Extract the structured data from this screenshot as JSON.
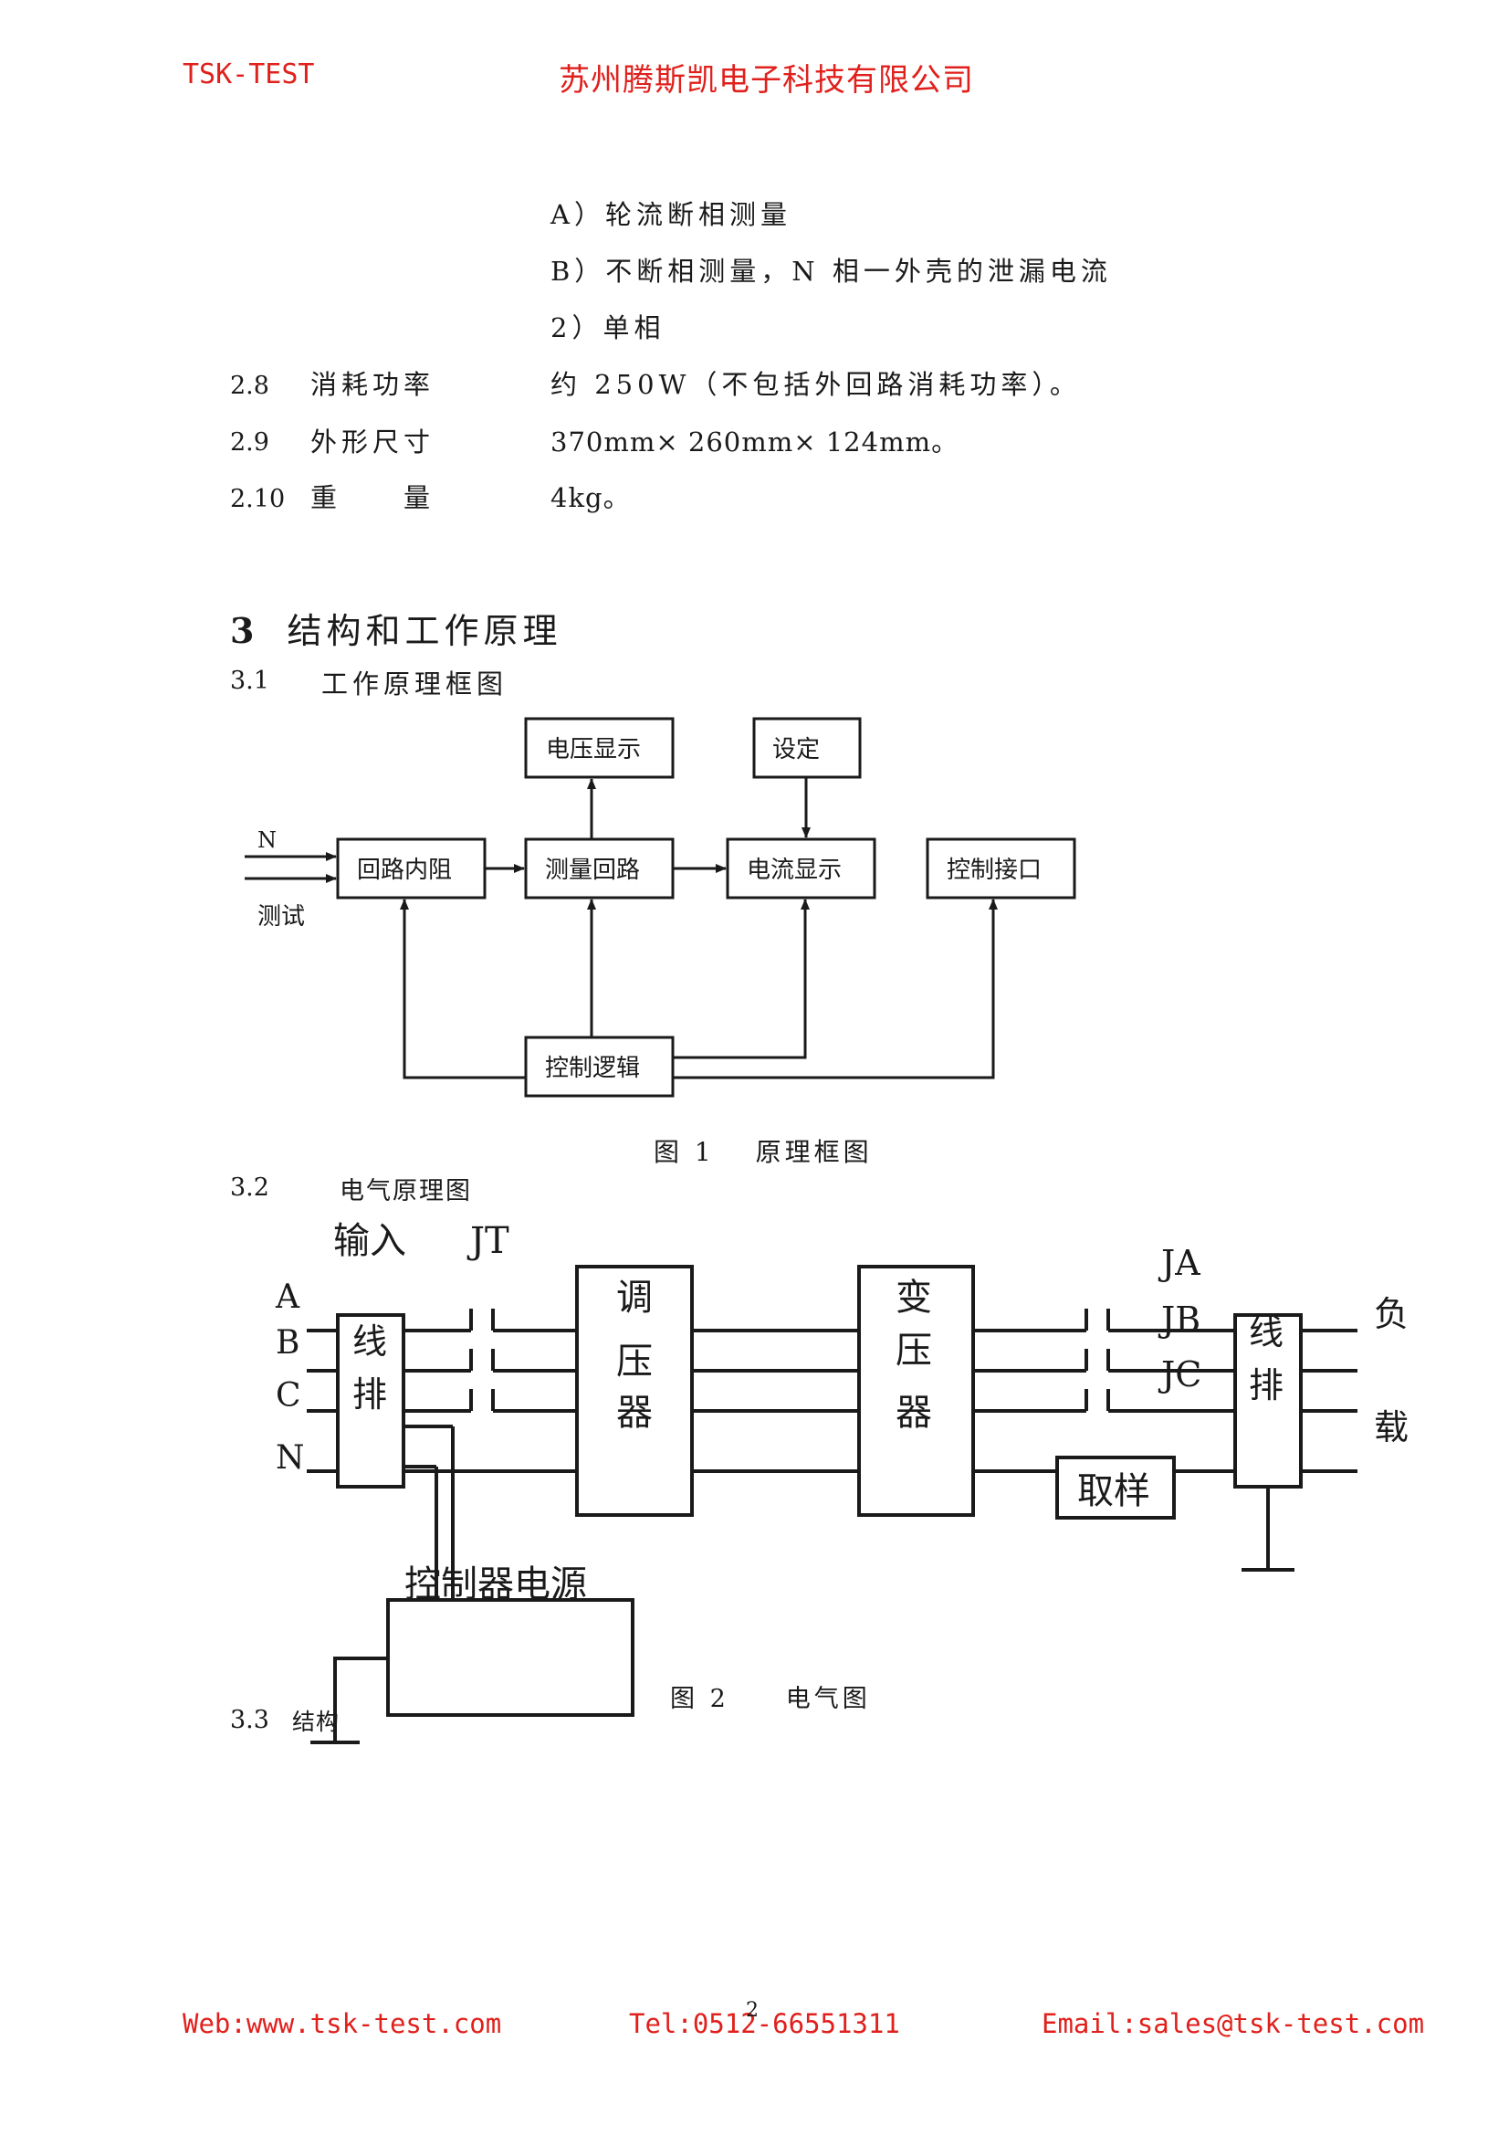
{
  "header": {
    "left": "TSK-TEST",
    "center": "苏州腾斯凯电子科技有限公司"
  },
  "lines": {
    "a": "A）轮流断相测量",
    "b": "B）不断相测量，N 相一外壳的泄漏电流",
    "c": "2）单相"
  },
  "specs": [
    {
      "num": "2.8",
      "label": "消耗功率",
      "value": "约 250W（不包括外回路消耗功率）。"
    },
    {
      "num": "2.9",
      "label": "外形尺寸",
      "value": "370mm× 260mm× 124mm。"
    },
    {
      "num": "2.10",
      "label": "重　　量",
      "value": "4kg。"
    }
  ],
  "section3": {
    "num": "3",
    "title": "结构和工作原理"
  },
  "sub31": {
    "num": "3.1",
    "title": "工作原理框图"
  },
  "fig1": {
    "boxes": {
      "voltage_display": "电压显示",
      "setting": "设定",
      "loop_resistance": "回路内阻",
      "measure_loop": "测量回路",
      "current_display": "电流显示",
      "control_interface": "控制接口",
      "control_logic": "控制逻辑"
    },
    "input_label": "N",
    "test_label": "测试",
    "caption": "图 1　 原理框图"
  },
  "sub32": {
    "num": "3.2",
    "title": "电气原理图"
  },
  "fig2": {
    "input_label": "输入",
    "jt_label": "JT",
    "phases": [
      "A",
      "B",
      "C",
      "N"
    ],
    "terminal_left": [
      "线",
      "排"
    ],
    "regulator": [
      "调",
      "压",
      "器"
    ],
    "transformer": [
      "变",
      "压",
      "器"
    ],
    "contactors": [
      "JA",
      "JB",
      "JC"
    ],
    "terminal_right": [
      "线",
      "排"
    ],
    "sampling": "取样",
    "load": [
      "负",
      "载"
    ],
    "controller_power": "控制器电源",
    "caption": "图 2　　电气图"
  },
  "sub33": {
    "num": "3.3",
    "title": "结构"
  },
  "footer": {
    "web": "Web:www.tsk-test.com",
    "tel": "Tel:0512-66551311",
    "page_num": "2",
    "email": "Email:sales@tsk-test.com"
  },
  "colors": {
    "header_red": "#e0201c",
    "ink": "#1a1a1a"
  }
}
